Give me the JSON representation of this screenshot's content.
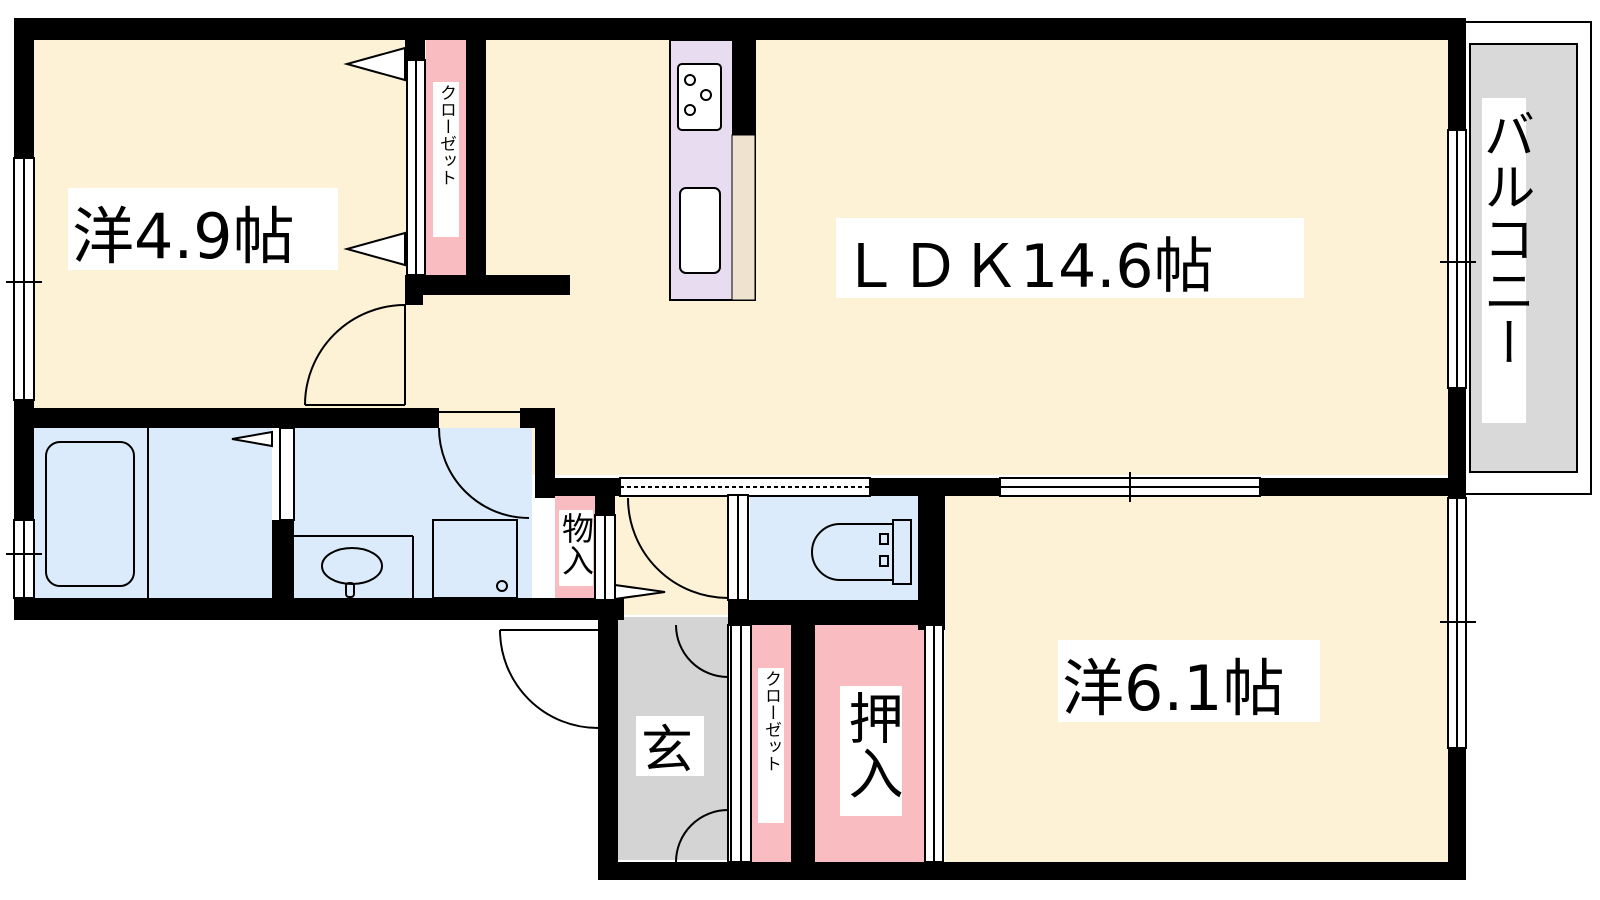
{
  "rooms": {
    "western_north": {
      "label": "洋4.9帖"
    },
    "ldk": {
      "label": "ＬＤＫ14.6帖"
    },
    "western_south": {
      "label": "洋6.1帖"
    },
    "balcony": {
      "label": "バルコニー"
    },
    "entrance": {
      "label": "玄"
    },
    "closet_north": {
      "label": "クローゼット"
    },
    "closet_south": {
      "label": "クローゼット"
    },
    "storage": {
      "label": "物入"
    },
    "oshiire": {
      "label": "押入"
    }
  },
  "colors": {
    "room": "#fdf1d6",
    "wet": "#dcebfb",
    "closet": "#f9bcc0",
    "kitchen": "#e8dcf1",
    "entrance": "#d4d4d4",
    "balcony": "#d9d9d9",
    "wall": "#000000"
  }
}
